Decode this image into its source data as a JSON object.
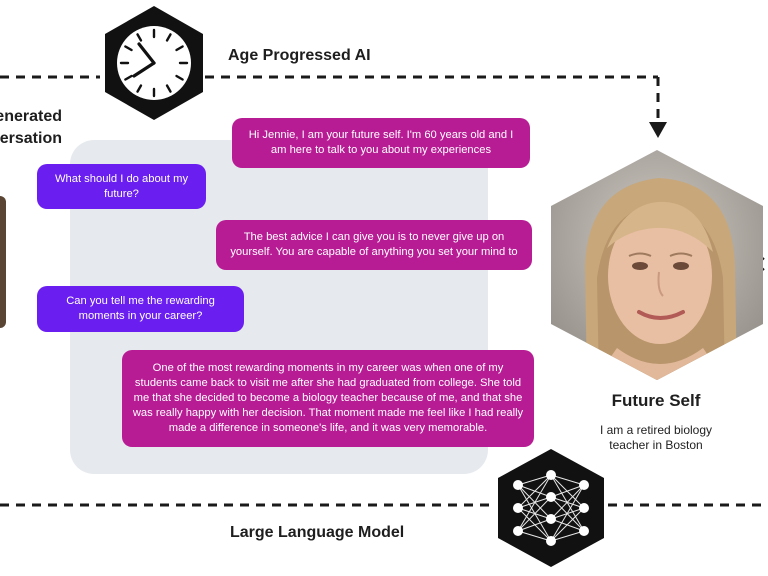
{
  "top_label": "Age Progressed AI",
  "bottom_label": "Large Language Model",
  "left_title_line1": "enerated",
  "left_title_line2": "ersation",
  "icons": {
    "top": "clock-icon",
    "bottom": "neural-network-icon",
    "portrait": "future-self-portrait"
  },
  "colors": {
    "ai_bubble": "#b81c95",
    "user_bubble": "#6a1ef0",
    "panel": "#e6eaee"
  },
  "messages": [
    {
      "role": "ai",
      "text": "Hi Jennie, I am your future self. I'm 60 years old and I am here to talk to you about my experiences"
    },
    {
      "role": "user",
      "text": "What should I do about my future?"
    },
    {
      "role": "ai",
      "text": "The best advice I can give you is to never give up on yourself. You are capable of anything you set your mind to"
    },
    {
      "role": "user",
      "text": "Can you tell me the rewarding moments in your career?"
    },
    {
      "role": "ai",
      "text": "One of the most rewarding moments in my career was when one of my students came back to visit me after she had graduated from college. She told me that she decided to become a biology teacher because of me, and that she was really happy with her decision. That moment made me feel like I had really made a difference in someone's life, and it was very memorable."
    }
  ],
  "future_self": {
    "title": "Future Self",
    "subtitle_line1": "I am a retired biology",
    "subtitle_line2": "teacher in Boston"
  }
}
